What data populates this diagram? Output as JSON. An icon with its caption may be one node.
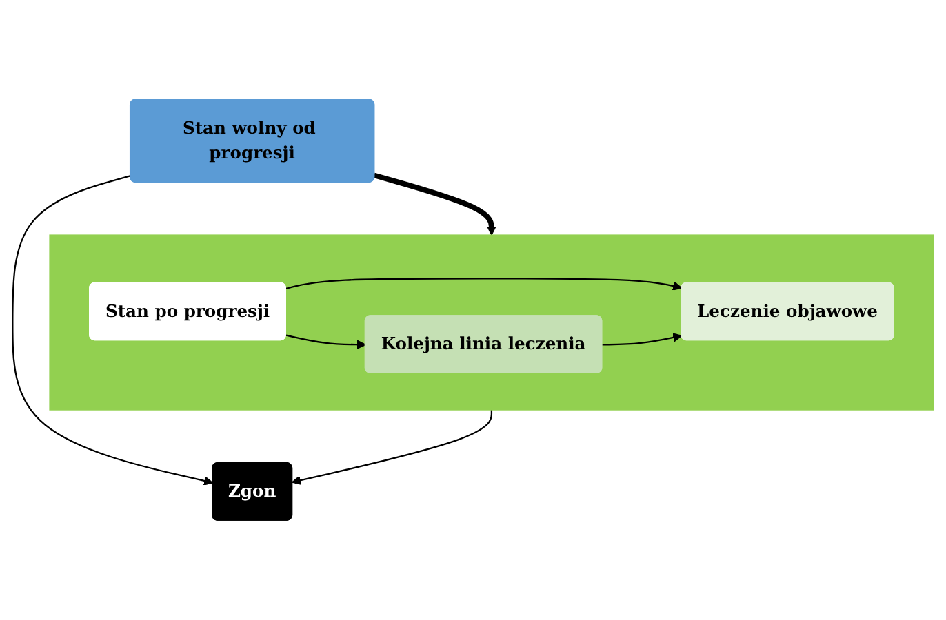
{
  "diagram": {
    "nodes": [
      {
        "text": [
          "Stan wolny od progresji"
        ]
      },
      {
        "text": [],
        "shape": "box"
      },
      {
        "text": [
          "Stan po progresji"
        ],
        "in": 1
      },
      {
        "text": [
          "Kolejna linia leczenia"
        ],
        "in": 1
      },
      {
        "text": [
          "Leczenie objawowe"
        ],
        "in": 1
      },
      {
        "text": [
          "Zgon"
        ]
      }
    ],
    "edges": [
      {
        "from": 0,
        "to": 1,
        "arrow": "to",
        "style": "thick"
      },
      {
        "from": 2,
        "to": 3,
        "arrow": "to"
      },
      {
        "from": 2,
        "to": 4,
        "arrow": "to"
      },
      {
        "from": 3,
        "to": 4,
        "arrow": "to"
      },
      {
        "from": 0,
        "to": 5,
        "arrow": "to"
      },
      {
        "from": 1,
        "to": 5,
        "arrow": "to"
      }
    ]
  }
}
